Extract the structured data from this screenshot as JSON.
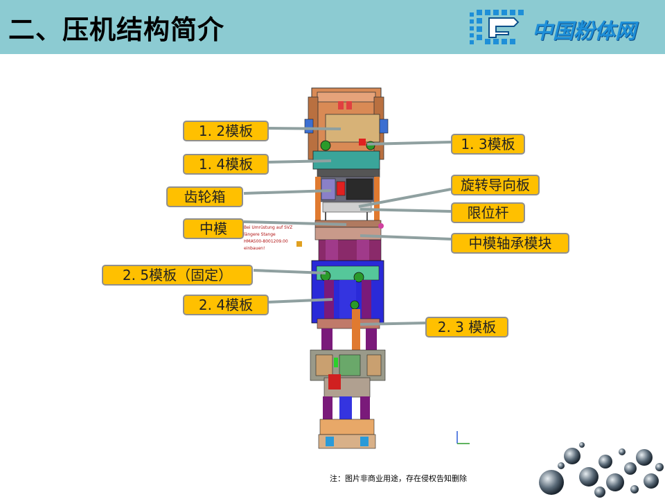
{
  "page_title": "二、压机结构简介",
  "logo": {
    "text": "中国粉体网"
  },
  "labels": {
    "plate_1_2": "1. 2模板",
    "plate_1_3": "1. 3模板",
    "plate_1_4": "1. 4模板",
    "gearbox": "齿轮箱",
    "rotary_guide_plate": "旋转导向板",
    "limit_rod": "限位杆",
    "middle_die": "中模",
    "middle_die_bearing_block": "中模轴承模块",
    "plate_2_5_fixed": "2. 5模板（固定）",
    "plate_2_4": "2. 4模板",
    "plate_2_3": "2. 3  模板"
  },
  "drawing_note": [
    "Bei Umrüstung auf SVZ",
    "längere Stange",
    "HMA500-8001209.00",
    "einbauen!"
  ],
  "footnote": "注：图片非商业用途，存在侵权告知删除"
}
